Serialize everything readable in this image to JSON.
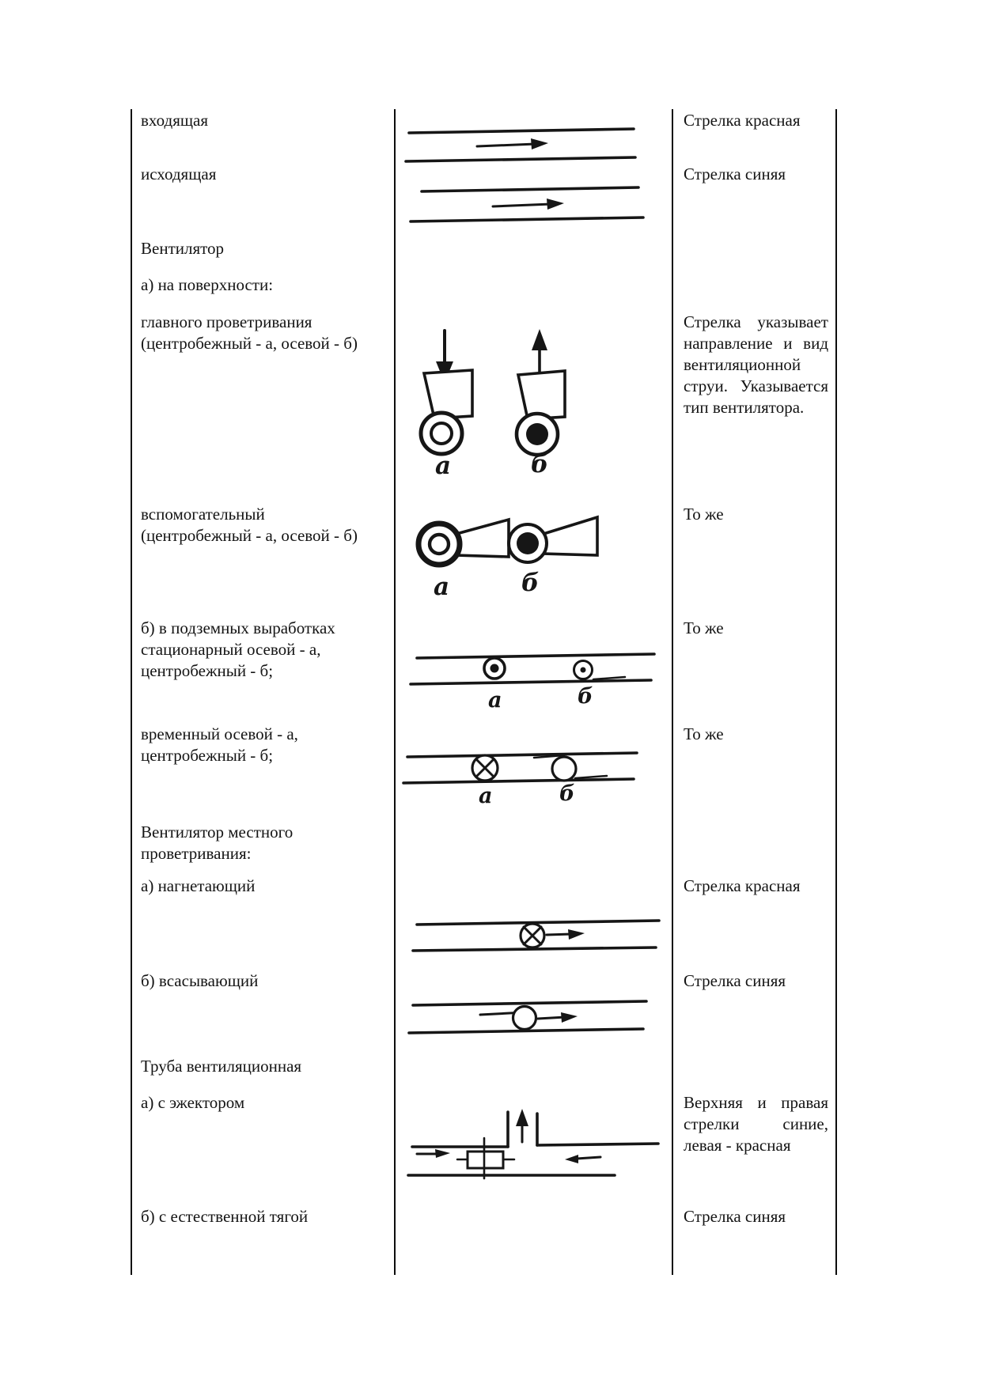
{
  "table": {
    "rows": [
      {
        "label": "входящая",
        "note": "Стрелка красная"
      },
      {
        "label": "исходящая",
        "note": "Стрелка синяя"
      },
      {
        "label": "Вентилятор",
        "note": ""
      },
      {
        "label": "а) на поверхности:",
        "note": ""
      },
      {
        "label": "главного проветривания (центробежный - а, осевой - б)",
        "note": "Стрелка указывает направление и вид вентиляционной струи. Указывается тип вентилятора."
      },
      {
        "label": "вспомогательный (центробежный - а, осевой - б)",
        "note": "То же"
      },
      {
        "label": "б) в подземных выработках стационарный осевой - а, центробежный - б;",
        "note": "То же"
      },
      {
        "label": "временный осевой - а, центробежный - б;",
        "note": "То же"
      },
      {
        "label": "Вентилятор местного проветривания:",
        "note": ""
      },
      {
        "label": "а) нагнетающий",
        "note": "Стрелка красная"
      },
      {
        "label": "б) всасывающий",
        "note": "Стрелка синяя"
      },
      {
        "label": "Труба вентиляционная",
        "note": ""
      },
      {
        "label": "а) с эжектором",
        "note": "Верхняя и правая стрелки синие, левая - красная"
      },
      {
        "label": "б) с естественной тягой",
        "note": "Стрелка синяя"
      }
    ],
    "symbol_labels": {
      "a": "а",
      "b": "б"
    }
  }
}
